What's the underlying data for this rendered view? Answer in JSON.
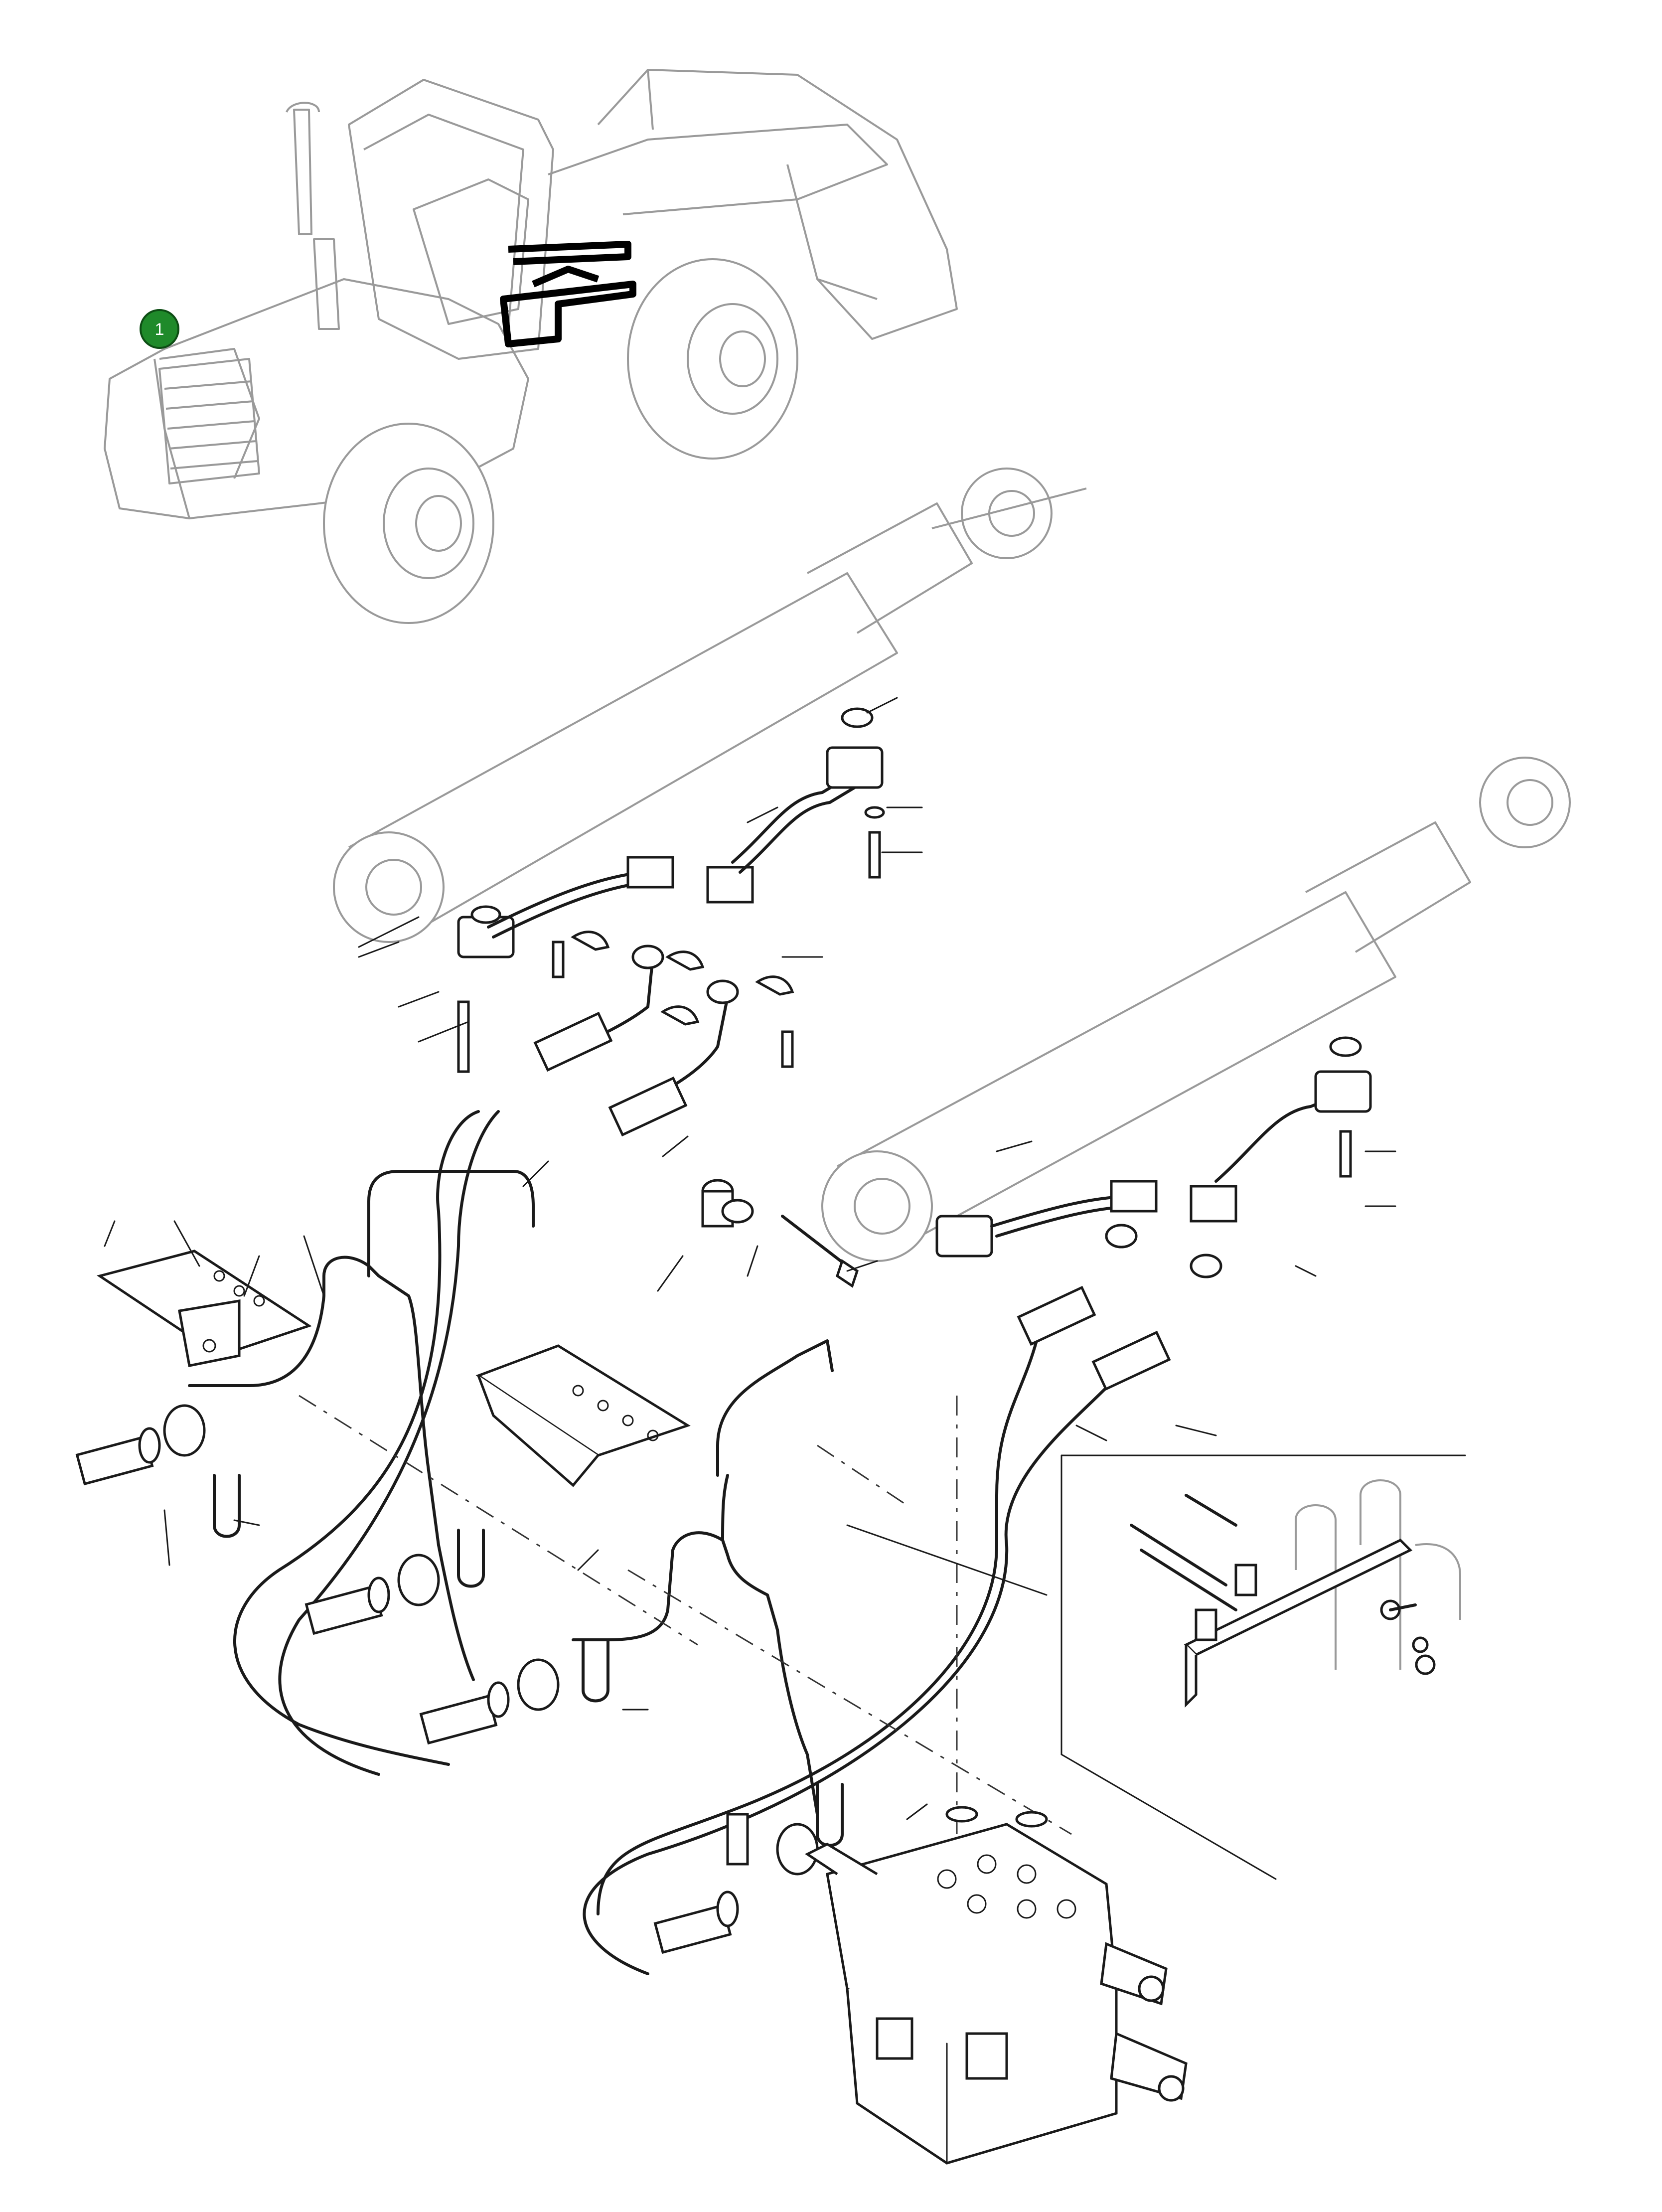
{
  "callout": {
    "number": "1",
    "color": "#1f8a2a"
  },
  "colors": {
    "line": "#1a1a1a",
    "ghost_line": "#9a9a9a",
    "background": "#ffffff"
  },
  "icons": [
    "wheel-loader-illustration",
    "hydraulic-cylinder",
    "control-valve",
    "hose-clamp",
    "u-bolt",
    "bracket"
  ]
}
